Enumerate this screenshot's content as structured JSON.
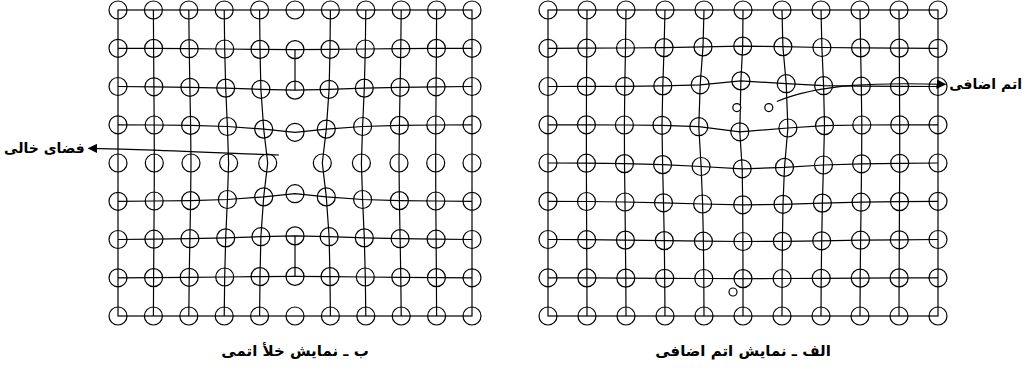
{
  "diagram": {
    "labels": [
      "فضای خالی",
      "اتم اضافی",
      "ب ـ نمایش خلأ اتمی",
      "الف ـ نمایش اتم اضافی"
    ]
  }
}
